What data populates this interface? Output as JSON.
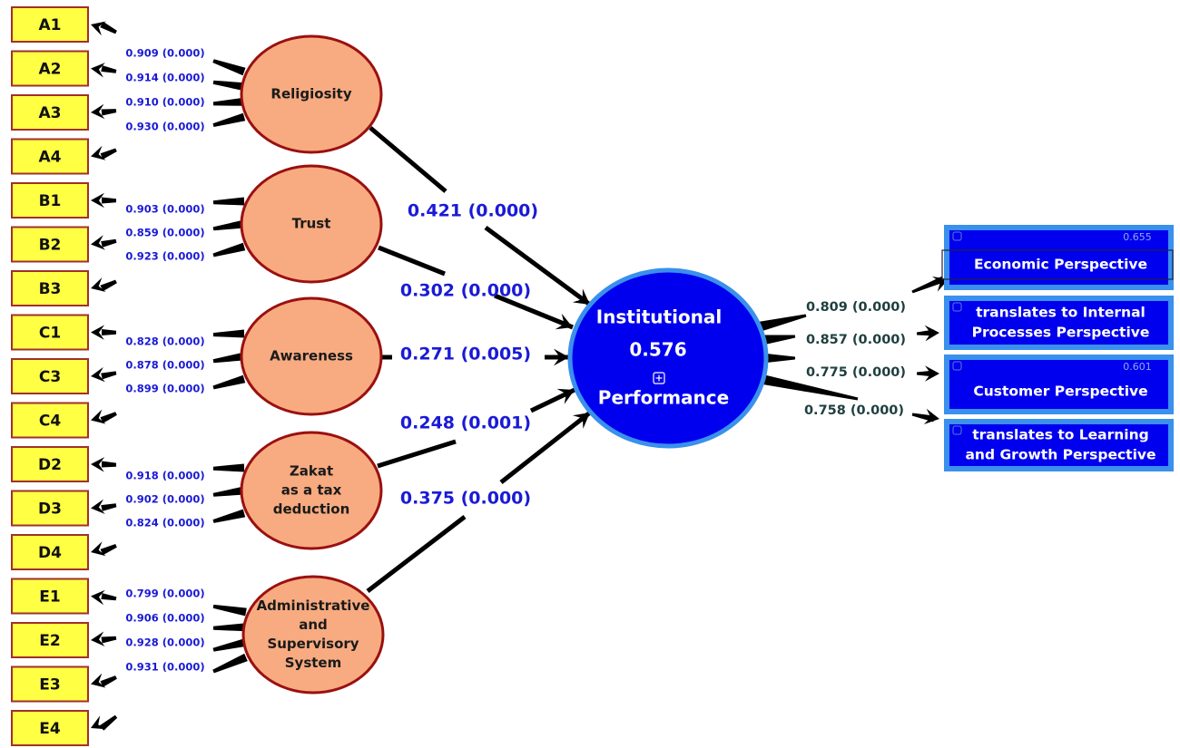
{
  "diagram": {
    "type": "PLS-SEM structural model",
    "colors": {
      "indicator_fill": "#ffff44",
      "indicator_border": "#a0302a",
      "latent_fill": "#f8ab80",
      "latent_border": "#9a1010",
      "central_fill": "#0000ee",
      "central_border": "#3a90ec",
      "outcome_fill": "#0000ee",
      "outcome_border": "#3a90ec",
      "loading_text": "#1a1ad6",
      "path_text": "#1a1ad6",
      "outer_loading_text": "#1f3f3f",
      "arrow": "#000000"
    },
    "latents": [
      {
        "id": "religiosity",
        "label_lines": [
          "Religiosity"
        ],
        "indicators": [
          {
            "label": "A1",
            "loading": "0.909 (0.000)"
          },
          {
            "label": "A2",
            "loading": "0.914 (0.000)"
          },
          {
            "label": "A3",
            "loading": "0.910 (0.000)"
          },
          {
            "label": "A4",
            "loading": "0.930 (0.000)"
          }
        ],
        "path": "0.421 (0.000)"
      },
      {
        "id": "trust",
        "label_lines": [
          "Trust"
        ],
        "indicators": [
          {
            "label": "B1",
            "loading": "0.903 (0.000)"
          },
          {
            "label": "B2",
            "loading": "0.859 (0.000)"
          },
          {
            "label": "B3",
            "loading": "0.923 (0.000)"
          }
        ],
        "path": "0.302 (0.000)"
      },
      {
        "id": "awareness",
        "label_lines": [
          "Awareness"
        ],
        "indicators": [
          {
            "label": "C1",
            "loading": "0.828 (0.000)"
          },
          {
            "label": "C3",
            "loading": "0.878 (0.000)"
          },
          {
            "label": "C4",
            "loading": "0.899 (0.000)"
          }
        ],
        "path": "0.271 (0.005)"
      },
      {
        "id": "zakat",
        "label_lines": [
          "Zakat",
          "as a tax",
          "deduction"
        ],
        "indicators": [
          {
            "label": "D2",
            "loading": "0.918 (0.000)"
          },
          {
            "label": "D3",
            "loading": "0.902 (0.000)"
          },
          {
            "label": "D4",
            "loading": "0.824 (0.000)"
          }
        ],
        "path": "0.248 (0.001)"
      },
      {
        "id": "administrative",
        "label_lines": [
          "Administrative",
          "and",
          "Supervisory",
          "System"
        ],
        "indicators": [
          {
            "label": "E1",
            "loading": "0.799 (0.000)"
          },
          {
            "label": "E2",
            "loading": "0.906 (0.000)"
          },
          {
            "label": "E3",
            "loading": "0.928 (0.000)"
          },
          {
            "label": "E4",
            "loading": "0.931 (0.000)"
          }
        ],
        "path": "0.375 (0.000)"
      }
    ],
    "central": {
      "label_top": "Institutional",
      "r_squared": "0.576",
      "expand_icon": "plus-square-icon",
      "label_bottom": "Performance"
    },
    "outcomes": [
      {
        "label_lines": [
          "Economic  Perspective"
        ],
        "loading": "0.809 (0.000)",
        "dim_value": "0.655",
        "selected": true
      },
      {
        "label_lines": [
          "translates to Internal",
          "Processes Perspective"
        ],
        "loading": "0.857 (0.000)",
        "dim_value": "",
        "selected": false
      },
      {
        "label_lines": [
          "Customer Perspective"
        ],
        "loading": "0.775 (0.000)",
        "dim_value": "0.601",
        "selected": false
      },
      {
        "label_lines": [
          "translates to Learning",
          "and Growth Perspective"
        ],
        "loading": "0.758 (0.000)",
        "dim_value": "",
        "selected": false
      }
    ]
  }
}
